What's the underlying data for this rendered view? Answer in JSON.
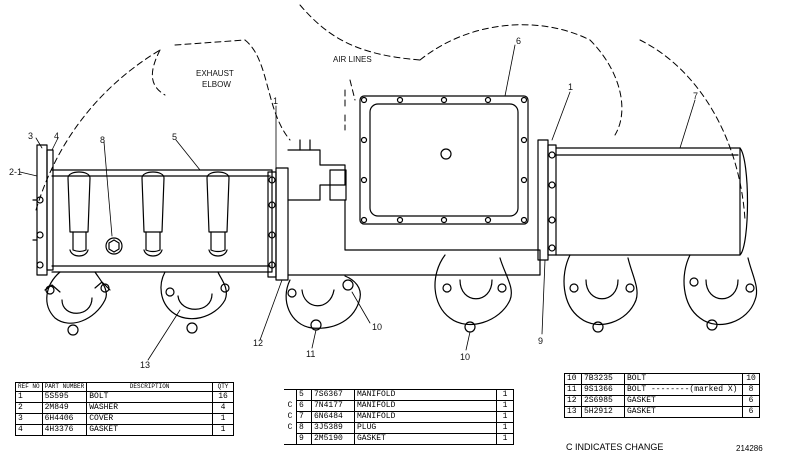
{
  "callouts": {
    "c1a": "1",
    "c1b": "1",
    "c2": "2-1",
    "c3": "3",
    "c4": "4",
    "c5": "5",
    "c6": "6",
    "c7": "7",
    "c8": "8",
    "c9": "9",
    "c10a": "10",
    "c10b": "10",
    "c11": "11",
    "c12": "12",
    "c13": "13"
  },
  "labels": {
    "exhaust1": "EXHAUST",
    "exhaust2": "ELBOW",
    "airlines": "AIR LINES"
  },
  "table1": {
    "headers": [
      "REF NO",
      "PART NUMBER",
      "DESCRIPTION",
      "QTY"
    ],
    "rows": [
      {
        "ref": "1",
        "part": "5S595",
        "desc": "BOLT",
        "qty": "16"
      },
      {
        "ref": "2",
        "part": "2M849",
        "desc": "WASHER",
        "qty": "4"
      },
      {
        "ref": "3",
        "part": "6H4406",
        "desc": "COVER",
        "qty": "1"
      },
      {
        "ref": "4",
        "part": "4H3376",
        "desc": "GASKET",
        "qty": "1"
      }
    ]
  },
  "table2": {
    "rows": [
      {
        "c": "",
        "ref": "5",
        "part": "7S6367",
        "desc": "MANIFOLD",
        "qty": "1"
      },
      {
        "c": "C",
        "ref": "6",
        "part": "7N4177",
        "desc": "MANIFOLD",
        "qty": "1"
      },
      {
        "c": "C",
        "ref": "7",
        "part": "6N6484",
        "desc": "MANIFOLD",
        "qty": "1"
      },
      {
        "c": "C",
        "ref": "8",
        "part": "3J5389",
        "desc": "PLUG",
        "qty": "1"
      },
      {
        "c": "",
        "ref": "9",
        "part": "2M5190",
        "desc": "GASKET",
        "qty": "1"
      }
    ]
  },
  "table3": {
    "rows": [
      {
        "ref": "10",
        "part": "7B3235",
        "desc": "BOLT",
        "qty": "10"
      },
      {
        "ref": "11",
        "part": "9S1366",
        "desc": "BOLT --------(marked X)",
        "qty": "8"
      },
      {
        "ref": "12",
        "part": "2S6985",
        "desc": "GASKET",
        "qty": "6"
      },
      {
        "ref": "13",
        "part": "5H2912",
        "desc": "GASKET",
        "qty": "6"
      }
    ]
  },
  "footer": {
    "note": "C INDICATES CHANGE",
    "number": "214286"
  }
}
